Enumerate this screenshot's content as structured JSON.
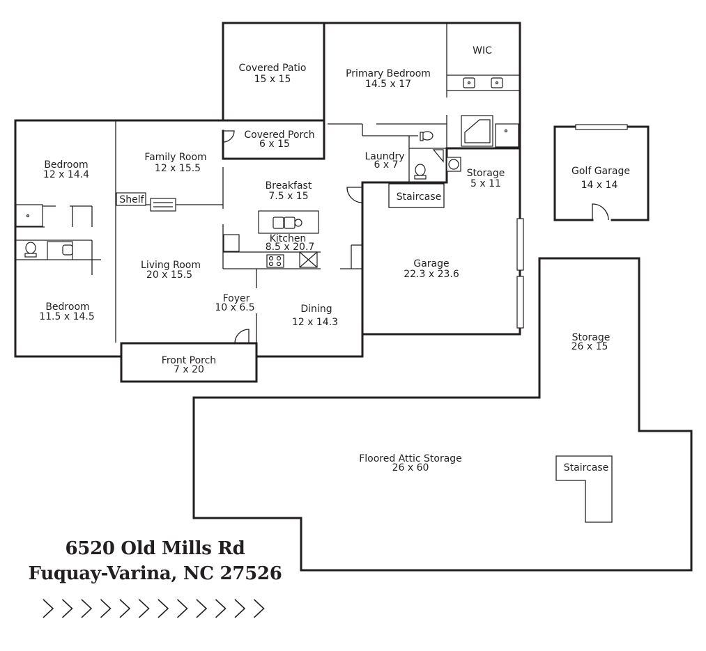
{
  "address": {
    "line1": "6520 Old Mills Rd",
    "line2": "Fuquay-Varina, NC 27526"
  },
  "rooms": {
    "covered_patio": {
      "name": "Covered Patio",
      "size": "15 x 15"
    },
    "primary_bedroom": {
      "name": "Primary Bedroom",
      "size": "14.5 x 17"
    },
    "wic": {
      "name": "WIC"
    },
    "covered_porch": {
      "name": "Covered Porch",
      "size": "6 x 15"
    },
    "bedroom_1": {
      "name": "Bedroom",
      "size": "12 x 14.4"
    },
    "family_room": {
      "name": "Family Room",
      "size": "12 x 15.5"
    },
    "laundry": {
      "name": "Laundry",
      "size": "6 x 7"
    },
    "storage_small": {
      "name": "Storage",
      "size": "5 x 11"
    },
    "golf_garage": {
      "name": "Golf Garage",
      "size": "14 x 14"
    },
    "breakfast": {
      "name": "Breakfast",
      "size": "7.5 x 15"
    },
    "staircase_main": {
      "name": "Staircase"
    },
    "shelf": {
      "name": "Shelf"
    },
    "kitchen": {
      "name": "Kitchen",
      "size": "8.5 x 20.7"
    },
    "living_room": {
      "name": "Living Room",
      "size": "20 x 15.5"
    },
    "garage": {
      "name": "Garage",
      "size": "22.3 x 23.6"
    },
    "foyer": {
      "name": "Foyer",
      "size": "10 x 6.5"
    },
    "bedroom_2": {
      "name": "Bedroom",
      "size": "11.5 x 14.5"
    },
    "dining": {
      "name": "Dining",
      "size": "12 x 14.3"
    },
    "front_porch": {
      "name": "Front Porch",
      "size": "7 x 20"
    },
    "storage_large": {
      "name": "Storage",
      "size": "26 x 15"
    },
    "floored_attic": {
      "name": "Floored Attic Storage",
      "size": "26 x 60"
    },
    "staircase_attic": {
      "name": "Staircase"
    }
  }
}
